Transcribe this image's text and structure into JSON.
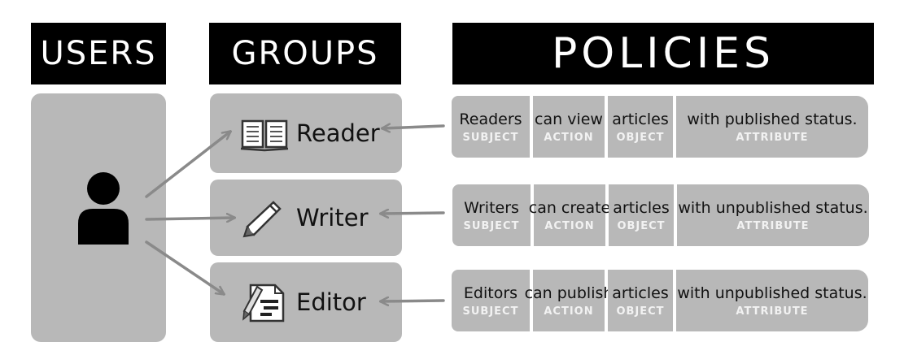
{
  "headers": {
    "users": "USERS",
    "groups": "GROUPS",
    "policies": "POLICIES"
  },
  "user": {
    "icon": "person-icon"
  },
  "groups": [
    {
      "label": "Reader",
      "icon": "book-icon"
    },
    {
      "label": "Writer",
      "icon": "pencil-icon"
    },
    {
      "label": "Editor",
      "icon": "document-edit-icon"
    }
  ],
  "policy_tags": {
    "subject": "SUBJECT",
    "action": "ACTION",
    "object": "OBJECT",
    "attribute": "ATTRIBUTE"
  },
  "policies": [
    {
      "subject": "Readers",
      "action": "can view",
      "object": "articles",
      "attribute": "with published status."
    },
    {
      "subject": "Writers",
      "action": "can create",
      "object": "articles",
      "attribute": "with unpublished status."
    },
    {
      "subject": "Editors",
      "action": "can publish",
      "object": "articles",
      "attribute": "with unpublished status."
    }
  ],
  "colors": {
    "header_bg": "#000000",
    "panel_bg": "#b8b8b8",
    "arrow": "#8a8a8a"
  }
}
